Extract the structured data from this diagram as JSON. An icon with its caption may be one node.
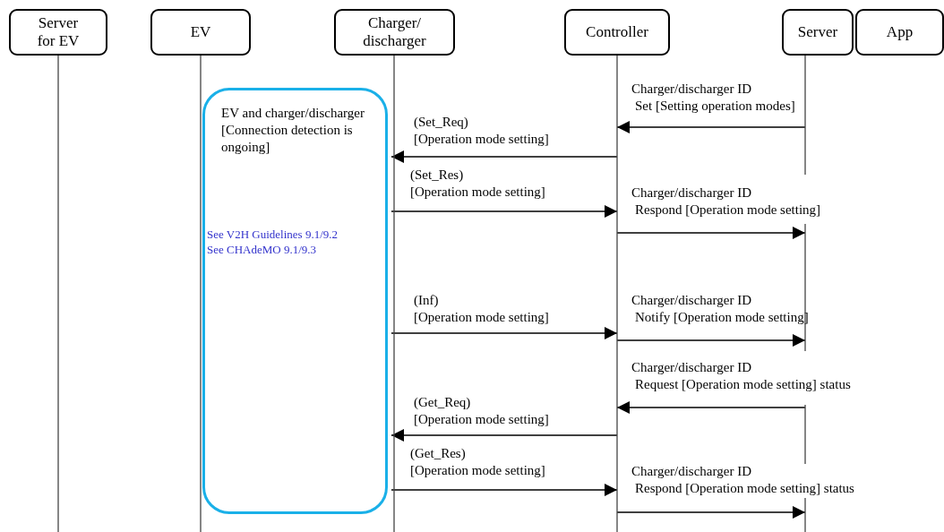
{
  "diagram": {
    "nodes": [
      {
        "text": [
          "Server for EV"
        ]
      },
      {
        "text": [
          "EV"
        ]
      },
      {
        "text": [
          "Charger/ discharger"
        ]
      },
      {
        "text": [
          "Controller"
        ]
      },
      {
        "text": [
          "Server"
        ]
      },
      {
        "text": [
          "App"
        ]
      },
      {
        "text": [
          "EV and charger/discharger [Connection detection is ongoing]",
          "See V2H Guidelines 9.1/9.2",
          "See CHAdeMO 9.1/9.3"
        ]
      }
    ],
    "edges": [
      {
        "from": 4,
        "to": 3,
        "arrow": "to",
        "label": "Charger/discharger ID Set [Setting operation modes]"
      },
      {
        "from": 3,
        "to": 2,
        "arrow": "to",
        "label": "(Set_Req) [Operation mode setting]"
      },
      {
        "from": 2,
        "to": 3,
        "arrow": "to",
        "label": "(Set_Res) [Operation mode setting]"
      },
      {
        "from": 3,
        "to": 4,
        "arrow": "to",
        "label": "Charger/discharger ID Respond [Operation mode setting]"
      },
      {
        "from": 2,
        "to": 3,
        "arrow": "to",
        "label": "(Inf) [Operation mode setting]"
      },
      {
        "from": 3,
        "to": 4,
        "arrow": "to",
        "label": "Charger/discharger ID Notify [Operation mode setting]"
      },
      {
        "from": 4,
        "to": 3,
        "arrow": "to",
        "label": "Charger/discharger ID Request [Operation mode setting] status"
      },
      {
        "from": 3,
        "to": 2,
        "arrow": "to",
        "label": "(Get_Req) [Operation mode setting]"
      },
      {
        "from": 2,
        "to": 3,
        "arrow": "to",
        "label": "(Get_Res) [Operation mode setting]"
      },
      {
        "from": 3,
        "to": 4,
        "arrow": "to",
        "label": "Charger/discharger ID Respond [Operation mode setting] status"
      }
    ]
  }
}
